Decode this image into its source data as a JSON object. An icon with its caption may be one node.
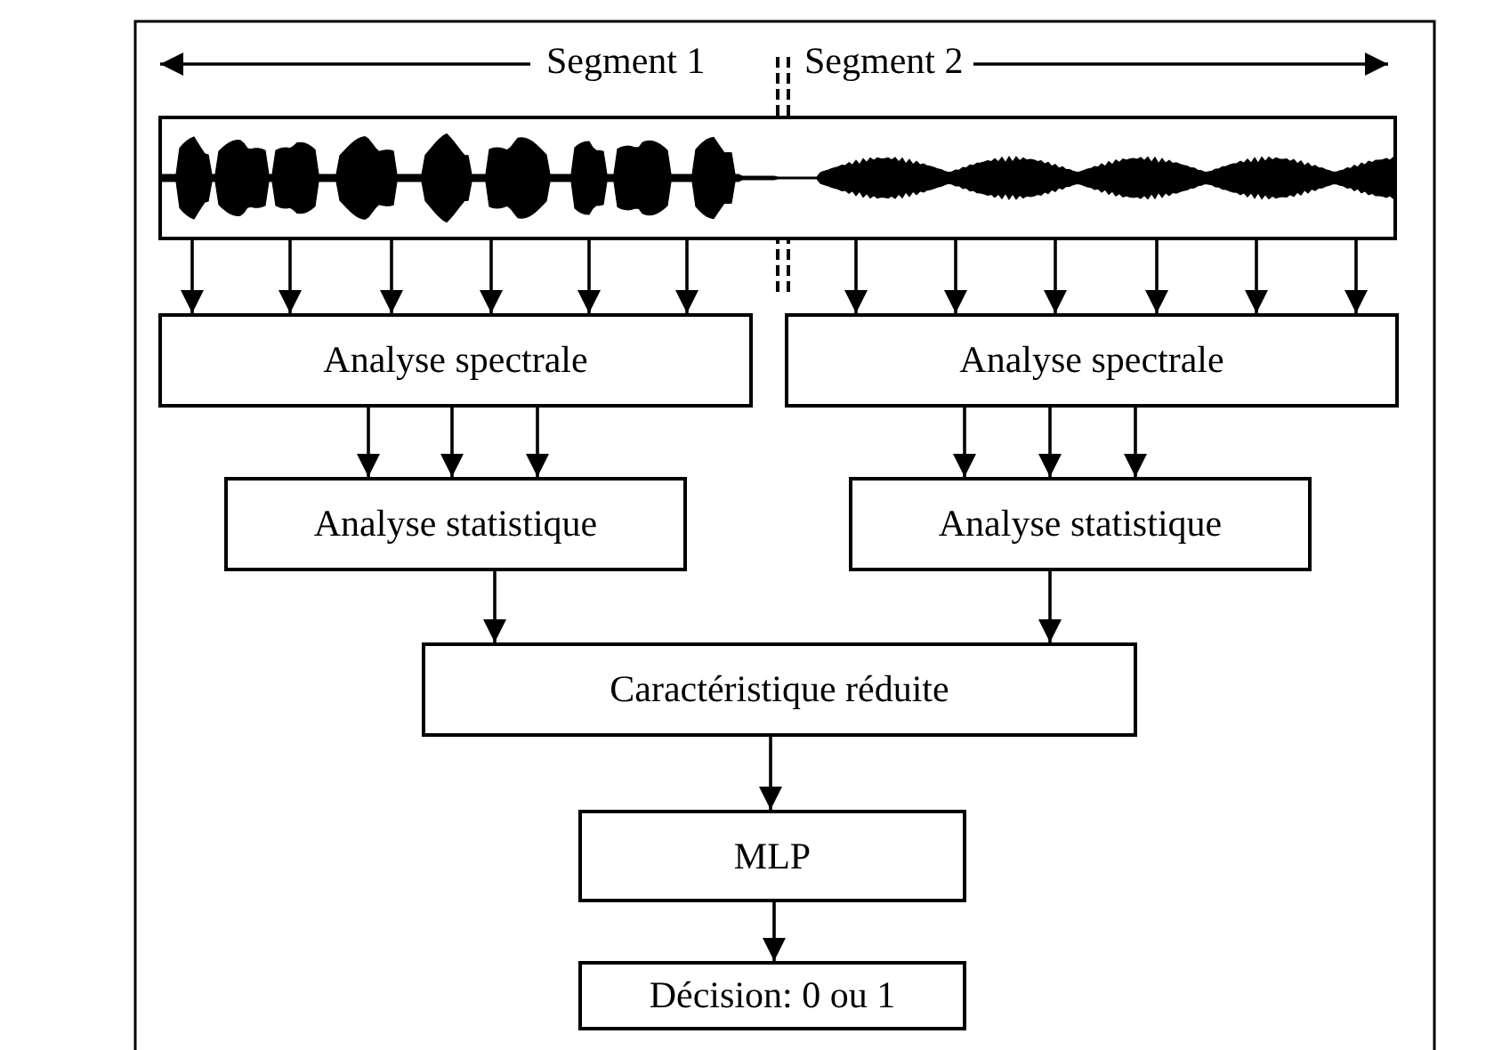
{
  "diagram": {
    "nodes": [
      {
        "text": [],
        "shape": "picture"
      },
      {
        "text": [
          "Analyse spectrale"
        ]
      },
      {
        "text": [
          "Analyse spectrale"
        ]
      },
      {
        "text": [
          "Analyse statistique"
        ]
      },
      {
        "text": [
          "Analyse statistique"
        ]
      },
      {
        "text": [
          "Caractéristique réduite"
        ]
      },
      {
        "text": [
          "MLP"
        ]
      },
      {
        "text": [
          "Décision: 0 ou 1"
        ]
      }
    ],
    "edges": [
      {
        "from": 0,
        "to": 1,
        "arrow": "to"
      },
      {
        "from": 0,
        "to": 1,
        "arrow": "to"
      },
      {
        "from": 0,
        "to": 1,
        "arrow": "to"
      },
      {
        "from": 0,
        "to": 1,
        "arrow": "to"
      },
      {
        "from": 0,
        "to": 1,
        "arrow": "to"
      },
      {
        "from": 0,
        "to": 1,
        "arrow": "to"
      },
      {
        "from": 0,
        "to": 2,
        "arrow": "to"
      },
      {
        "from": 0,
        "to": 2,
        "arrow": "to"
      },
      {
        "from": 0,
        "to": 2,
        "arrow": "to"
      },
      {
        "from": 0,
        "to": 2,
        "arrow": "to"
      },
      {
        "from": 0,
        "to": 2,
        "arrow": "to"
      },
      {
        "from": 0,
        "to": 2,
        "arrow": "to"
      },
      {
        "from": 1,
        "to": 3,
        "arrow": "to"
      },
      {
        "from": 1,
        "to": 3,
        "arrow": "to"
      },
      {
        "from": 1,
        "to": 3,
        "arrow": "to"
      },
      {
        "from": 2,
        "to": 4,
        "arrow": "to"
      },
      {
        "from": 2,
        "to": 4,
        "arrow": "to"
      },
      {
        "from": 2,
        "to": 4,
        "arrow": "to"
      },
      {
        "from": 3,
        "to": 5,
        "arrow": "to"
      },
      {
        "from": 4,
        "to": 5,
        "arrow": "to"
      },
      {
        "from": 5,
        "to": 6,
        "arrow": "to"
      },
      {
        "from": 6,
        "to": 7,
        "arrow": "to"
      }
    ],
    "labels": [
      "Segment 1",
      "Segment 2"
    ]
  }
}
